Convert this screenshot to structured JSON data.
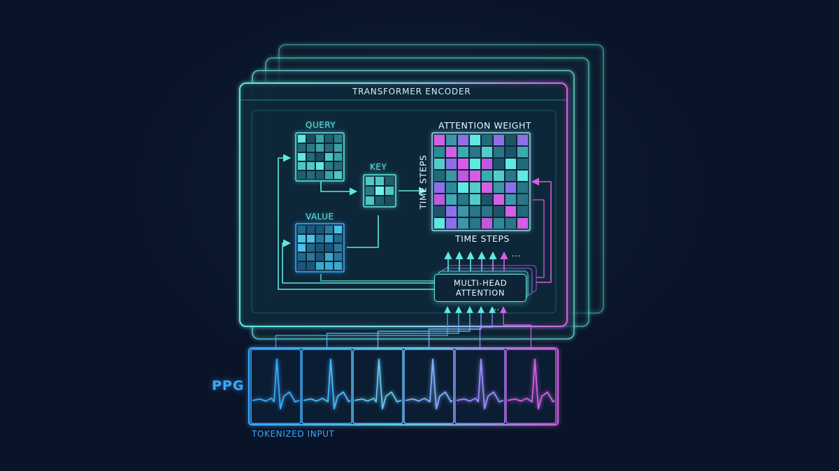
{
  "diagram": {
    "encoder_title": "TRANSFORMER ENCODER",
    "query_label": "QUERY",
    "key_label": "KEY",
    "value_label": "VALUE",
    "attention_title": "ATTENTION WEIGHT",
    "time_steps_x": "TIME STEPS",
    "time_steps_y": "TIME STEPS",
    "mha_line1": "MULTI-HEAD",
    "mha_line2": "ATTENTION",
    "ellipsis_top": "...",
    "ellipsis_bottom": "...",
    "signal_label": "PPG",
    "input_label": "TOKENIZED INPUT"
  },
  "colors": {
    "background": "#0a1428",
    "cyan": "#5fe8e0",
    "magenta": "#d35fe8",
    "blue": "#3aa8ff",
    "violet": "#9b7bff"
  },
  "token_count": 6
}
